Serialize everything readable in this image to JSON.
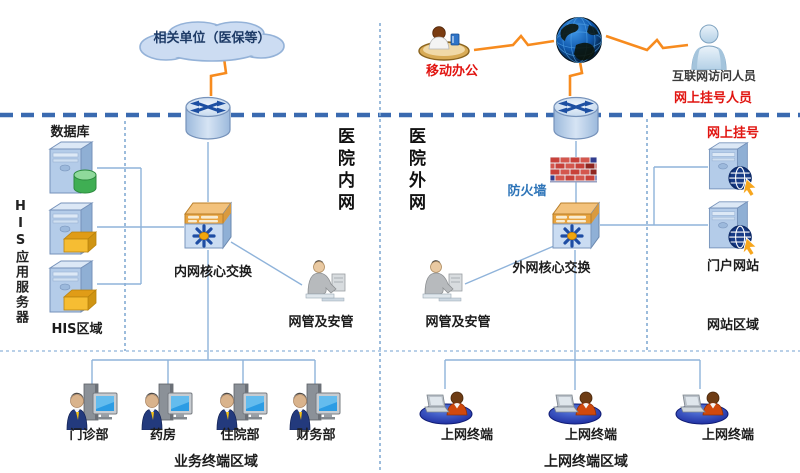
{
  "colors": {
    "divider_blue": "#3a6ab0",
    "wire_blue": "#8fb3da",
    "link_orange": "#f78b1e",
    "label_red": "#e11410",
    "firewall_label_blue": "#2d74b8",
    "text_black": "#1c1c1c"
  },
  "internet": {
    "cloud_label": "相关单位（医保等）",
    "mobile_office_label": "移动办公",
    "internet_visitor_label": "互联网访问人员",
    "online_registration_visitor_label": "网上挂号人员"
  },
  "intranet": {
    "zone_title": "医院内网",
    "database_label": "数据库",
    "his_servers_label": "HIS应用服务器",
    "his_area_label": "HIS区域",
    "core_switch_label": "内网核心交换",
    "admin_label": "网管及安管",
    "terminal_labels": [
      "门诊部",
      "药房",
      "住院部",
      "财务部"
    ],
    "terminal_area_label": "业务终端区域"
  },
  "extranet": {
    "zone_title": "医院外网",
    "firewall_label": "防火墙",
    "core_switch_label": "外网核心交换",
    "admin_label": "网管及安管",
    "online_registration_label": "网上挂号",
    "portal_label": "门户网站",
    "website_area_label": "网站区域",
    "terminal_labels": [
      "上网终端",
      "上网终端",
      "上网终端"
    ],
    "terminal_area_label": "上网终端区域"
  }
}
